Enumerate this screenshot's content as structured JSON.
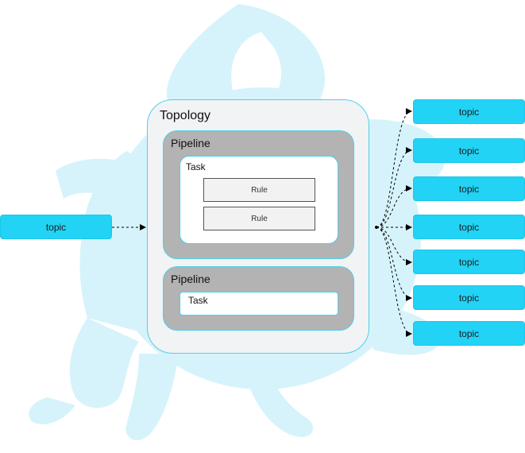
{
  "input_topic": {
    "label": "topic"
  },
  "topology": {
    "title": "Topology",
    "pipelines": [
      {
        "title": "Pipeline",
        "task": {
          "title": "Task",
          "rules": [
            "Rule",
            "Rule"
          ]
        }
      },
      {
        "title": "Pipeline",
        "task": {
          "title": "Task"
        }
      }
    ]
  },
  "output_topics": [
    "topic",
    "topic",
    "topic",
    "topic",
    "topic",
    "topic",
    "topic"
  ],
  "colors": {
    "topic_fill": "#22d3f5",
    "watermark": "#d6f3fb",
    "topology_fill": "#f1f3f4",
    "pipeline_fill": "#b3b3b3",
    "border_accent": "#4ed0ea"
  }
}
